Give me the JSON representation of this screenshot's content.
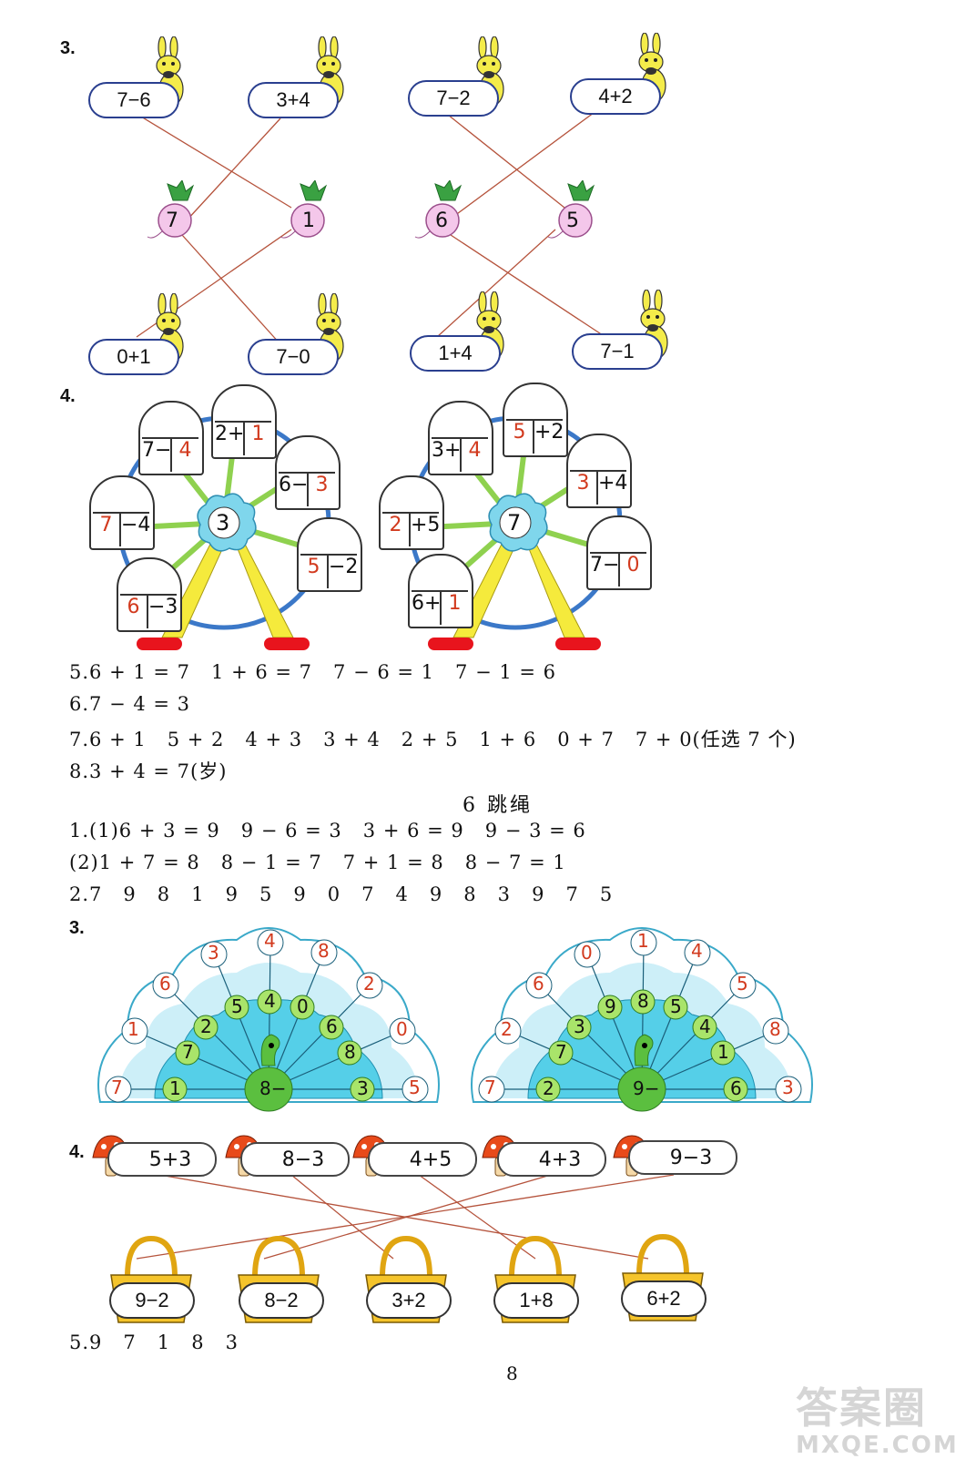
{
  "q3a": {
    "num": "3.",
    "left_group": {
      "top_exprs": [
        "7−6",
        "3+4"
      ],
      "radishes": [
        "7",
        "1"
      ],
      "bottom_exprs": [
        "0+1",
        "7−0"
      ]
    },
    "right_group": {
      "top_exprs": [
        "7−2",
        "4+2"
      ],
      "radishes": [
        "6",
        "5"
      ],
      "bottom_exprs": [
        "1+4",
        "7−1"
      ]
    }
  },
  "q4a": {
    "num": "4.",
    "wheel1": {
      "center": "3",
      "cars": [
        {
          "left": "7−",
          "right": "4"
        },
        {
          "left": "2+",
          "right": "1"
        },
        {
          "left": "6−",
          "right": "3"
        },
        {
          "left": "7",
          "right": "−4"
        },
        {
          "left": "5",
          "right": "−2"
        },
        {
          "left": "6",
          "right": "−3"
        }
      ]
    },
    "wheel2": {
      "center": "7",
      "cars": [
        {
          "left": "3+",
          "right": "4"
        },
        {
          "left": "5",
          "right": "+2"
        },
        {
          "left": "3",
          "right": "+4"
        },
        {
          "left": "2",
          "right": "+5"
        },
        {
          "left": "7−",
          "right": "0"
        },
        {
          "left": "6+",
          "right": "1"
        }
      ]
    }
  },
  "lines": {
    "l5": "5.6 + 1 = 7   1 + 6 = 7   7 − 6 = 1   7 − 1 = 6",
    "l6": "6.7 − 4 = 3",
    "l7": "7.6 + 1   5 + 2   4 + 3   3 + 4   2 + 5   1 + 6   0 + 7   7 + 0(任选 7 个)",
    "l8": "8.3 + 4 = 7(岁)"
  },
  "section6": {
    "title": "6  跳绳",
    "q1a": "1.(1)6 + 3 = 9   9 − 6 = 3   3 + 6 = 9   9 − 3 = 6",
    "q1b": "(2)1 + 7 = 8   8 − 1 = 7   7 + 1 = 8   8 − 7 = 1",
    "q2": "2.7   9   8   1   9   5   9   0   7   4   9   8   3   9   7   5",
    "q3num": "3.",
    "peacock1": {
      "body": "8−",
      "outer": [
        "7",
        "1",
        "6",
        "3",
        "4",
        "8",
        "2",
        "0",
        "5"
      ],
      "inner": [
        "1",
        "7",
        "2",
        "5",
        "4",
        "0",
        "6",
        "8",
        "3"
      ]
    },
    "peacock2": {
      "body": "9−",
      "outer": [
        "7",
        "2",
        "6",
        "0",
        "1",
        "4",
        "5",
        "8",
        "3"
      ],
      "inner": [
        "2",
        "7",
        "3",
        "9",
        "8",
        "5",
        "4",
        "1",
        "6"
      ]
    },
    "q4num": "4.",
    "mushrooms": [
      "5+3",
      "8−3",
      "4+5",
      "4+3",
      "9−3"
    ],
    "baskets": [
      "9−2",
      "8−2",
      "3+2",
      "1+8",
      "6+2"
    ],
    "q5": "5.9   7   1   8   3"
  },
  "page_number": "8",
  "watermark": {
    "line1": "答案圈",
    "line2": "MXQE.COM"
  },
  "colors": {
    "answer_red": "#d23a1e",
    "line_red": "#b5533c",
    "pill_border": "#2a3f8f"
  }
}
